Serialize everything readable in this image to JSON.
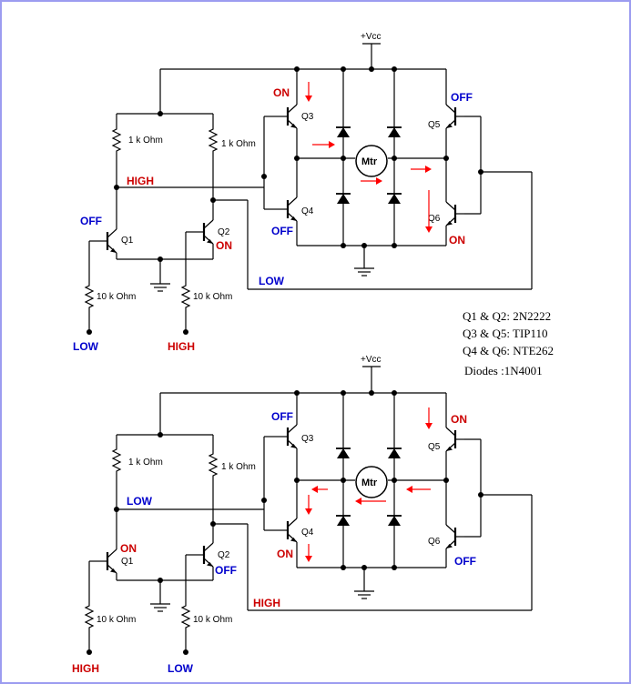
{
  "colors": {
    "on_high": "#cc0000",
    "off_low": "#0000cc",
    "frame": "#9c9cf0",
    "current_arrow": "#ff0000"
  },
  "labels": {
    "vcc": "+Vcc",
    "resistor_1k": "1 k Ohm",
    "resistor_10k": "10 k Ohm",
    "motor": "Mtr",
    "q1": "Q1",
    "q2": "Q2",
    "q3": "Q3",
    "q4": "Q4",
    "q5": "Q5",
    "q6": "Q6"
  },
  "legend": [
    "Q1 & Q2: 2N2222",
    "Q3 & Q5:  TIP110",
    "Q4 & Q6: NTE262",
    "Diodes   :1N4001"
  ],
  "top_circuit": {
    "q3_state": "ON",
    "q4_state": "OFF",
    "q5_state": "OFF",
    "q6_state": "ON",
    "q1_state": "OFF",
    "q2_state": "ON",
    "node_left": "HIGH",
    "node_right": "LOW",
    "input_left": "LOW",
    "input_right": "HIGH"
  },
  "bottom_circuit": {
    "q3_state": "OFF",
    "q4_state": "ON",
    "q5_state": "ON",
    "q6_state": "OFF",
    "q1_state": "ON",
    "q2_state": "OFF",
    "node_left": "LOW",
    "node_right": "HIGH",
    "input_left": "HIGH",
    "input_right": "LOW"
  }
}
